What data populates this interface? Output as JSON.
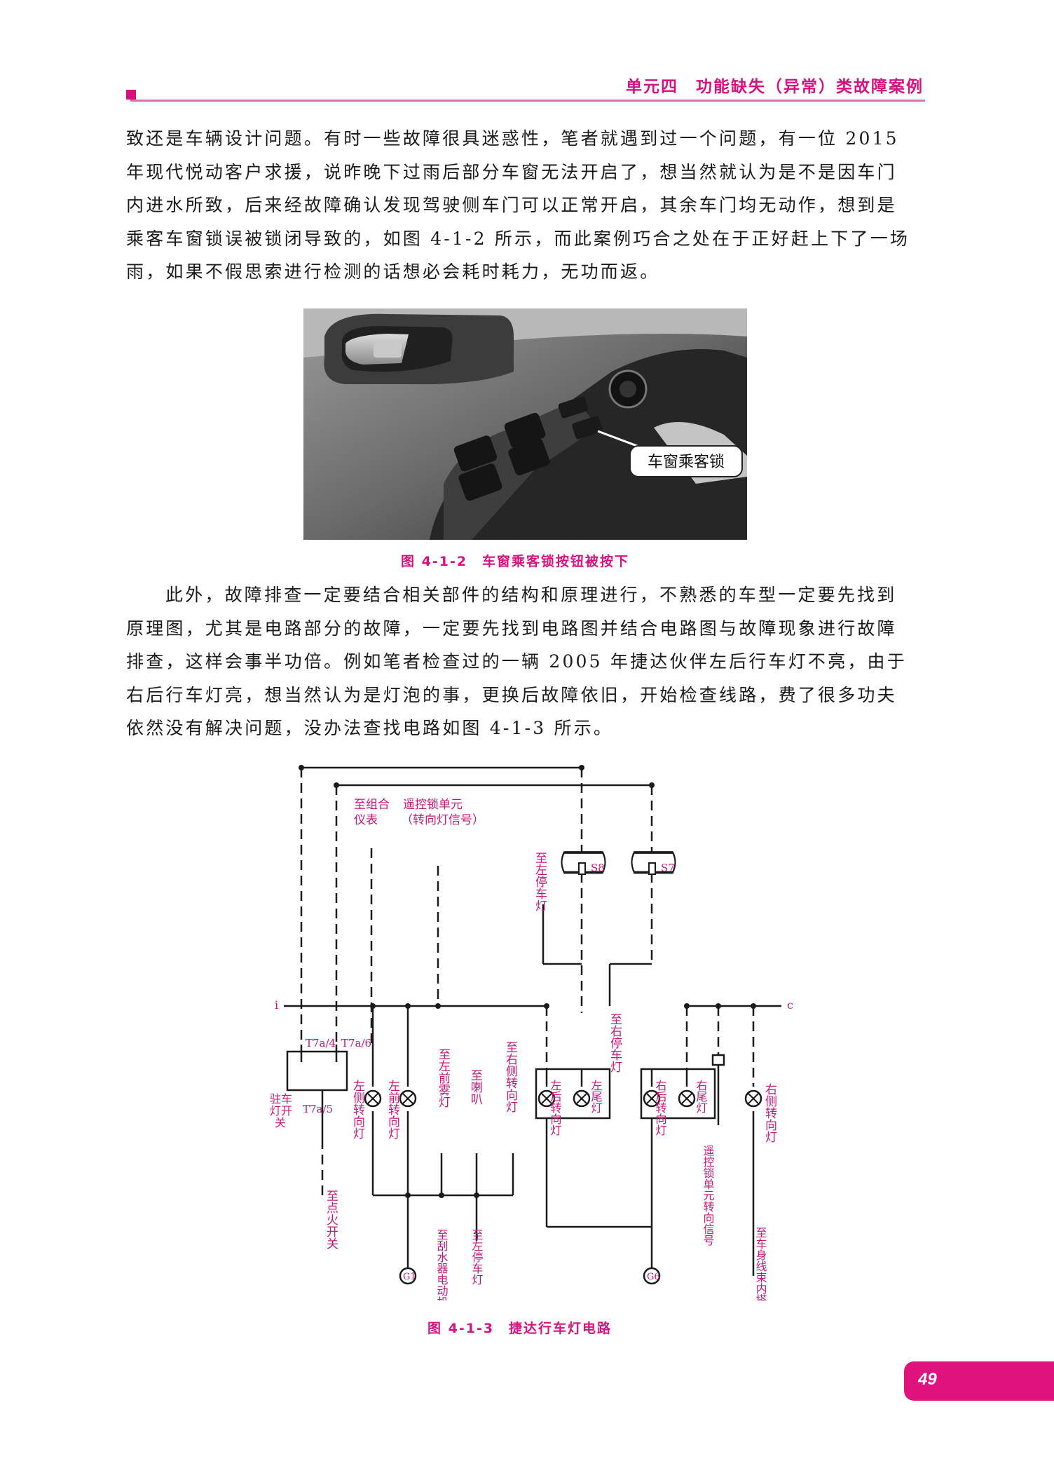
{
  "header": {
    "title": "单元四　功能缺失（异常）类故障案例"
  },
  "paragraph1": {
    "lines": [
      "致还是车辆设计问题。有时一些故障很具迷惑性，笔者就遇到过一个问题，有一位 2015",
      "年现代悦动客户求援，说昨晚下过雨后部分车窗无法开启了，想当然就认为是不是因车门",
      "内进水所致，后来经故障确认发现驾驶侧车门可以正常开启，其余车门均无动作，想到是",
      "乘客车窗锁误被锁闭导致的，如图 4-1-2 所示，而此案例巧合之处在于正好赶上下了一场",
      "雨，如果不假思索进行检测的话想必会耗时耗力，无功而返。"
    ]
  },
  "figure1": {
    "callout": "车窗乘客锁",
    "caption": "图 4-1-2　车窗乘客锁按钮被按下"
  },
  "paragraph2": {
    "lines": [
      "此外，故障排查一定要结合相关部件的结构和原理进行，不熟悉的车型一定要先找到",
      "原理图，尤其是电路部分的故障，一定要先找到电路图并结合电路图与故障现象进行故障",
      "排查，这样会事半功倍。例如笔者检查过的一辆 2005 年捷达伙伴左后行车灯不亮，由于",
      "右后行车灯亮，想当然认为是灯泡的事，更换后故障依旧，开始检查线路，费了很多功夫",
      "依然没有解决问题，没办法查找电路如图 4-1-3 所示。"
    ]
  },
  "figure2": {
    "caption": "图 4-1-3　捷达行车灯电路",
    "labels": {
      "to_cluster": "至组合",
      "to_cluster2": "仪表",
      "remote": "遥控锁单元",
      "remote2": "（转向灯信号）",
      "to_left_park": "至左停车灯",
      "s8": "S8",
      "s7": "S7",
      "node_i": "i",
      "node_c": "c",
      "to_right_park": "至右停车灯",
      "t7a4": "T7a/4",
      "t7a6": "T7a/6",
      "t7a5": "T7a/5",
      "park_switch": "驻车灯开关",
      "left_side_turn": "左侧转向灯",
      "left_front_turn": "左前转向灯",
      "to_left_fog": "至左前雾灯",
      "to_horn": "至喇叭",
      "to_right_side_turn": "至右侧转向灯",
      "left_rear_turn": "左后转向灯",
      "left_tail": "左尾灯",
      "right_rear_turn": "右后转向灯",
      "right_tail": "右尾灯",
      "remote_signal": "遥控锁单元转向信号",
      "right_side_turn": "右侧转向灯",
      "to_ignition": "至点火开关",
      "to_wiper": "至刮水器电动机",
      "to_left_park2": "至左停车灯",
      "g1": "G1",
      "g6": "G6",
      "to_body_ground": "至车身线束内搭铁点"
    }
  },
  "page_number": "49",
  "colors": {
    "accent": "#d6127e",
    "tab": "#e0127e"
  }
}
